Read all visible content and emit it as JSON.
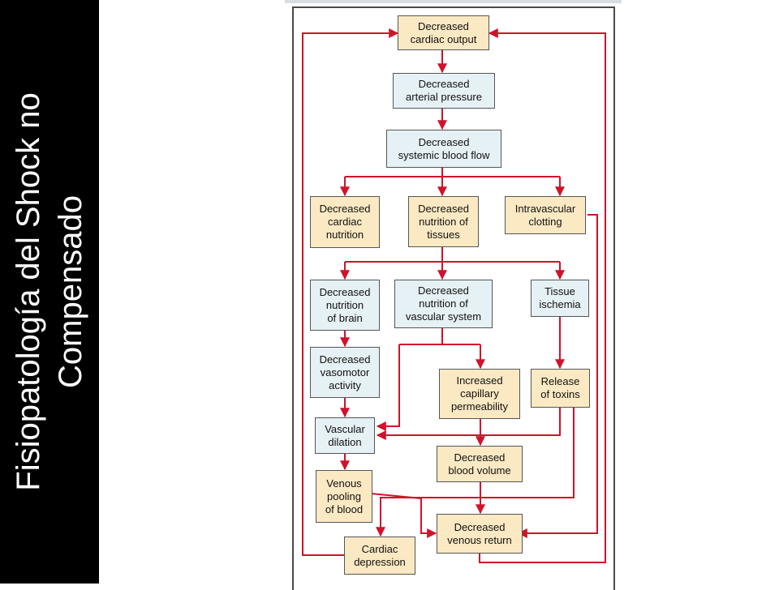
{
  "slide": {
    "title_lines": [
      "Fisiopatología del Shock no",
      "Compensado"
    ]
  },
  "colors": {
    "arrow": "#d0122b",
    "tan_box": "#fbe9c3",
    "blue_box": "#e6f1f5",
    "sidebar": "#000000"
  },
  "diagram": {
    "nodes": {
      "cardiac_output": "Decreased\ncardiac output",
      "arterial_pressure": "Decreased\narterial pressure",
      "systemic_flow": "Decreased\nsystemic blood flow",
      "cardiac_nutrition": "Decreased\ncardiac\nnutrition",
      "tissue_nutrition": "Decreased\nnutrition of\ntissues",
      "intravascular_clotting": "Intravascular\nclotting",
      "brain_nutrition": "Decreased\nnutrition\nof brain",
      "vascular_nutrition": "Decreased\nnutrition of\nvascular system",
      "tissue_ischemia": "Tissue\nischemia",
      "vasomotor_activity": "Decreased\nvasomotor\nactivity",
      "capillary_permeability": "Increased\ncapillary\npermeability",
      "release_toxins": "Release\nof toxins",
      "vascular_dilation": "Vascular\ndilation",
      "blood_volume": "Decreased\nblood volume",
      "venous_pooling": "Venous\npooling\nof blood",
      "venous_return": "Decreased\nvenous return",
      "cardiac_depression": "Cardiac\ndepression"
    }
  }
}
